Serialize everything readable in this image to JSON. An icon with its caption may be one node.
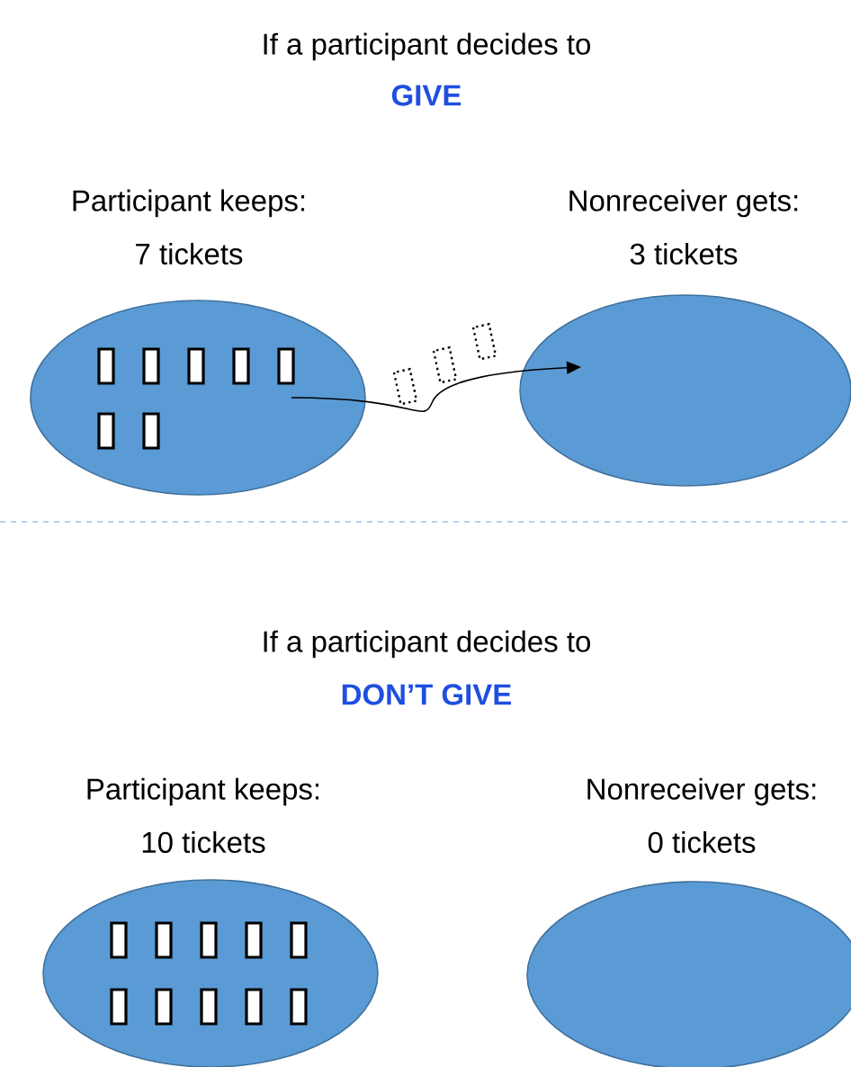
{
  "diagram": {
    "nodes": [
      {
        "text": [
          "Participant keeps:",
          "7 tickets"
        ]
      },
      {
        "text": [
          "Nonreceiver gets:",
          "3 tickets"
        ]
      },
      {
        "text": [
          "Participant keeps:",
          "10 tickets"
        ]
      },
      {
        "text": [
          "Nonreceiver gets:",
          "0 tickets"
        ]
      }
    ],
    "edges": [
      {
        "from": 0,
        "to": 1,
        "arrow": "to"
      }
    ],
    "labels": [
      "If a participant decides to",
      "GIVE",
      "If a participant decides to",
      "DON’T GIVE"
    ]
  }
}
